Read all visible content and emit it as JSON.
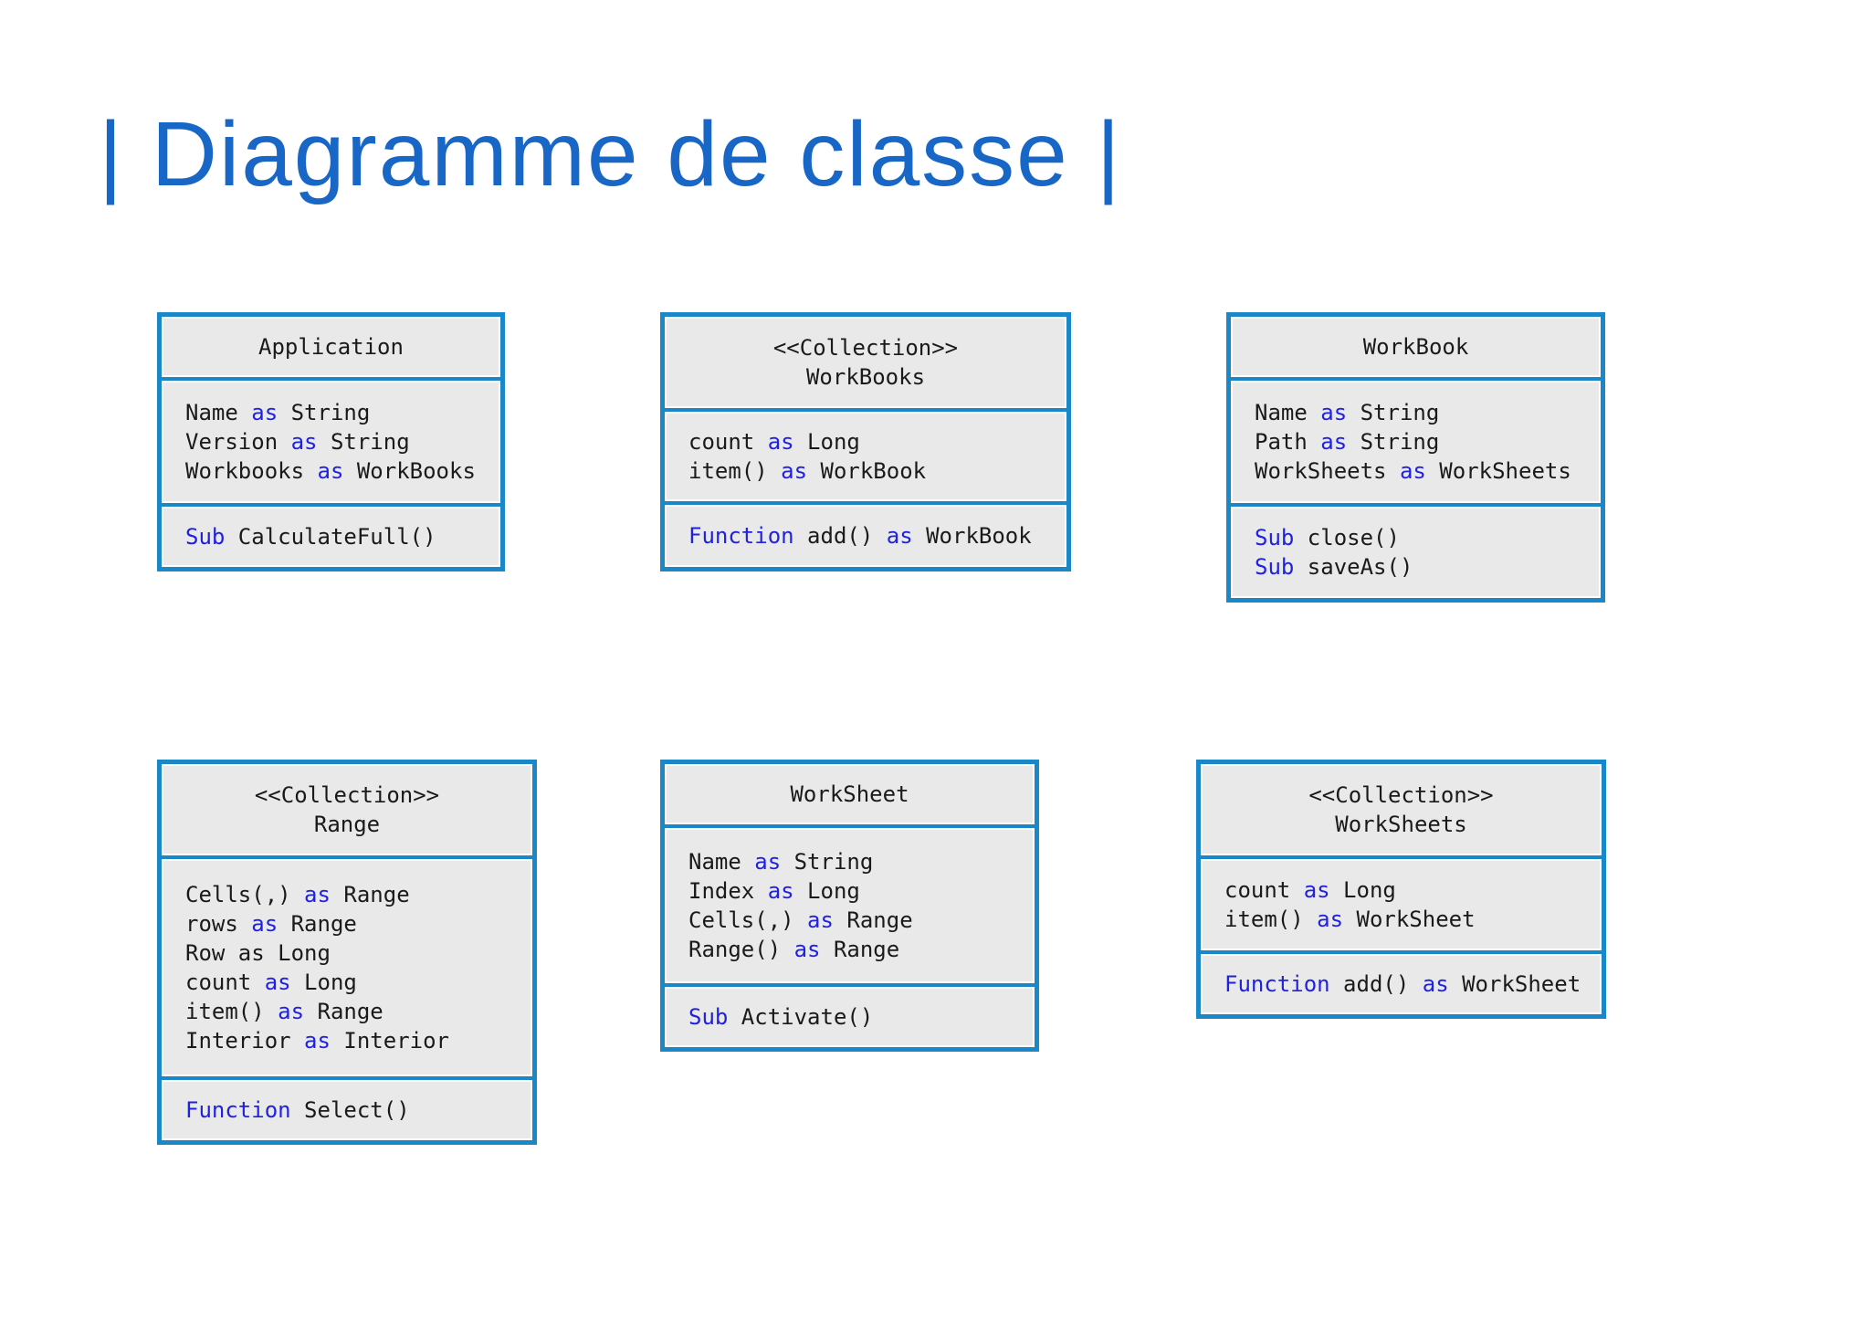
{
  "title": {
    "text": "| Diagramme de classe |"
  },
  "colors": {
    "title": "#1866c5",
    "box_border": "#1a87c9",
    "box_fill": "#e9e9e9",
    "box_inset": "#fdfdfd",
    "code_text": "#1a1a1a",
    "keyword": "#2121e0",
    "background": "#ffffff"
  },
  "classes": [
    {
      "id": "application",
      "stereotype": "",
      "name": "Application",
      "attributes": [
        [
          {
            "text": "Name "
          },
          {
            "text": "as",
            "keyword": true
          },
          {
            "text": " String"
          }
        ],
        [
          {
            "text": "Version "
          },
          {
            "text": "as",
            "keyword": true
          },
          {
            "text": " String"
          }
        ],
        [
          {
            "text": "Workbooks "
          },
          {
            "text": "as",
            "keyword": true
          },
          {
            "text": " WorkBooks"
          }
        ]
      ],
      "methods": [
        [
          {
            "text": "Sub",
            "keyword": true
          },
          {
            "text": " CalculateFull()"
          }
        ]
      ]
    },
    {
      "id": "workbooks",
      "stereotype": "<<Collection>>",
      "name": "WorkBooks",
      "attributes": [
        [
          {
            "text": "count "
          },
          {
            "text": "as",
            "keyword": true
          },
          {
            "text": " Long"
          }
        ],
        [
          {
            "text": "item() "
          },
          {
            "text": "as",
            "keyword": true
          },
          {
            "text": " WorkBook"
          }
        ]
      ],
      "methods": [
        [
          {
            "text": "Function",
            "keyword": true
          },
          {
            "text": " add() "
          },
          {
            "text": "as",
            "keyword": true
          },
          {
            "text": " WorkBook"
          }
        ]
      ]
    },
    {
      "id": "workbook",
      "stereotype": "",
      "name": "WorkBook",
      "attributes": [
        [
          {
            "text": "Name "
          },
          {
            "text": "as",
            "keyword": true
          },
          {
            "text": " String"
          }
        ],
        [
          {
            "text": "Path "
          },
          {
            "text": "as",
            "keyword": true
          },
          {
            "text": " String"
          }
        ],
        [
          {
            "text": "WorkSheets "
          },
          {
            "text": "as",
            "keyword": true
          },
          {
            "text": " WorkSheets"
          }
        ]
      ],
      "methods": [
        [
          {
            "text": "Sub",
            "keyword": true
          },
          {
            "text": " close()"
          }
        ],
        [
          {
            "text": "Sub",
            "keyword": true
          },
          {
            "text": " saveAs()"
          }
        ]
      ]
    },
    {
      "id": "range",
      "stereotype": "<<Collection>>",
      "name": "Range",
      "attributes": [
        [
          {
            "text": "Cells(,) "
          },
          {
            "text": "as",
            "keyword": true
          },
          {
            "text": " Range"
          }
        ],
        [
          {
            "text": "rows "
          },
          {
            "text": "as",
            "keyword": true
          },
          {
            "text": " Range"
          }
        ],
        [
          {
            "text": "Row as Long"
          }
        ],
        [
          {
            "text": "count "
          },
          {
            "text": "as",
            "keyword": true
          },
          {
            "text": " Long"
          }
        ],
        [
          {
            "text": "item() "
          },
          {
            "text": "as",
            "keyword": true
          },
          {
            "text": " Range"
          }
        ],
        [
          {
            "text": "Interior "
          },
          {
            "text": "as",
            "keyword": true
          },
          {
            "text": " Interior"
          }
        ]
      ],
      "methods": [
        [
          {
            "text": "Function",
            "keyword": true
          },
          {
            "text": " Select()"
          }
        ]
      ]
    },
    {
      "id": "worksheet",
      "stereotype": "",
      "name": "WorkSheet",
      "attributes": [
        [
          {
            "text": "Name "
          },
          {
            "text": "as",
            "keyword": true
          },
          {
            "text": " String"
          }
        ],
        [
          {
            "text": "Index "
          },
          {
            "text": "as",
            "keyword": true
          },
          {
            "text": " Long"
          }
        ],
        [
          {
            "text": "Cells(,) "
          },
          {
            "text": "as",
            "keyword": true
          },
          {
            "text": " Range"
          }
        ],
        [
          {
            "text": "Range() "
          },
          {
            "text": "as",
            "keyword": true
          },
          {
            "text": " Range"
          }
        ]
      ],
      "methods": [
        [
          {
            "text": "Sub",
            "keyword": true
          },
          {
            "text": " Activate()"
          }
        ]
      ]
    },
    {
      "id": "worksheets",
      "stereotype": "<<Collection>>",
      "name": "WorkSheets",
      "attributes": [
        [
          {
            "text": "count "
          },
          {
            "text": "as",
            "keyword": true
          },
          {
            "text": " Long"
          }
        ],
        [
          {
            "text": "item() "
          },
          {
            "text": "as",
            "keyword": true
          },
          {
            "text": " WorkSheet"
          }
        ]
      ],
      "methods": [
        [
          {
            "text": "Function",
            "keyword": true
          },
          {
            "text": " add() "
          },
          {
            "text": "as",
            "keyword": true
          },
          {
            "text": " WorkSheet"
          }
        ]
      ]
    }
  ]
}
